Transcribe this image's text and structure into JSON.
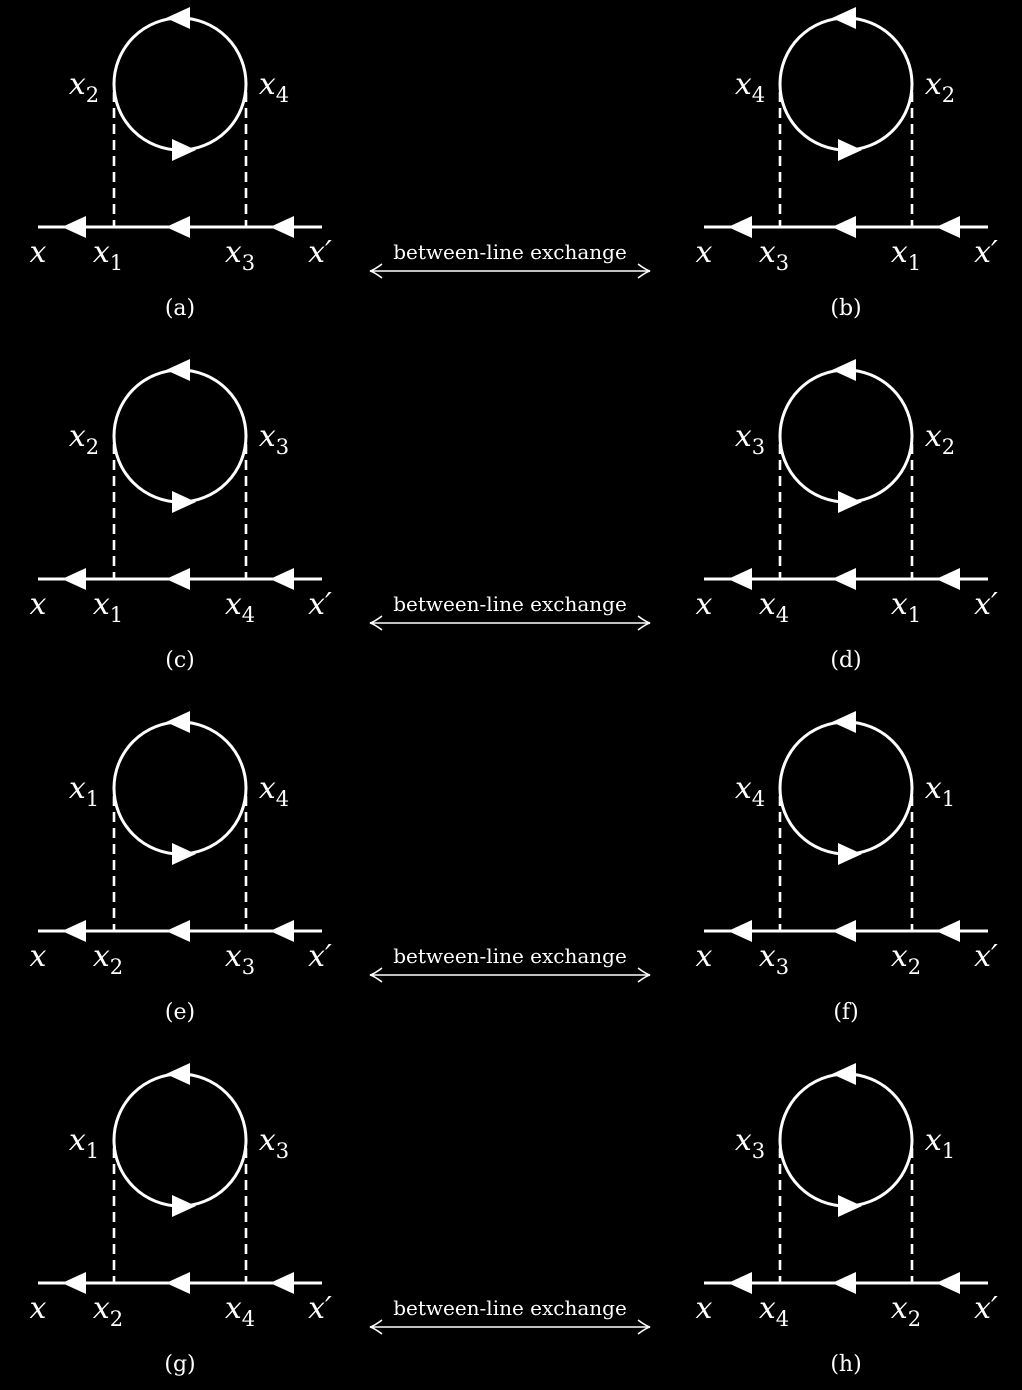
{
  "diagrams": [
    {
      "id": "a",
      "caption": "(a)",
      "external_left": "x",
      "external_right": "x′",
      "bottom_left": "1",
      "bottom_right": "3",
      "top_left": "2",
      "top_right": "4"
    },
    {
      "id": "b",
      "caption": "(b)",
      "external_left": "x",
      "external_right": "x′",
      "bottom_left": "3",
      "bottom_right": "1",
      "top_left": "4",
      "top_right": "2"
    },
    {
      "id": "c",
      "caption": "(c)",
      "external_left": "x",
      "external_right": "x′",
      "bottom_left": "1",
      "bottom_right": "4",
      "top_left": "2",
      "top_right": "3"
    },
    {
      "id": "d",
      "caption": "(d)",
      "external_left": "x",
      "external_right": "x′",
      "bottom_left": "4",
      "bottom_right": "1",
      "top_left": "3",
      "top_right": "2"
    },
    {
      "id": "e",
      "caption": "(e)",
      "external_left": "x",
      "external_right": "x′",
      "bottom_left": "2",
      "bottom_right": "3",
      "top_left": "1",
      "top_right": "4"
    },
    {
      "id": "f",
      "caption": "(f)",
      "external_left": "x",
      "external_right": "x′",
      "bottom_left": "3",
      "bottom_right": "2",
      "top_left": "4",
      "top_right": "1"
    },
    {
      "id": "g",
      "caption": "(g)",
      "external_left": "x",
      "external_right": "x′",
      "bottom_left": "2",
      "bottom_right": "4",
      "top_left": "1",
      "top_right": "3"
    },
    {
      "id": "h",
      "caption": "(h)",
      "external_left": "x",
      "external_right": "x′",
      "bottom_left": "4",
      "bottom_right": "2",
      "top_left": "3",
      "top_right": "1"
    }
  ],
  "exchange_label": "between-line exchange",
  "vertex_symbol": "x"
}
